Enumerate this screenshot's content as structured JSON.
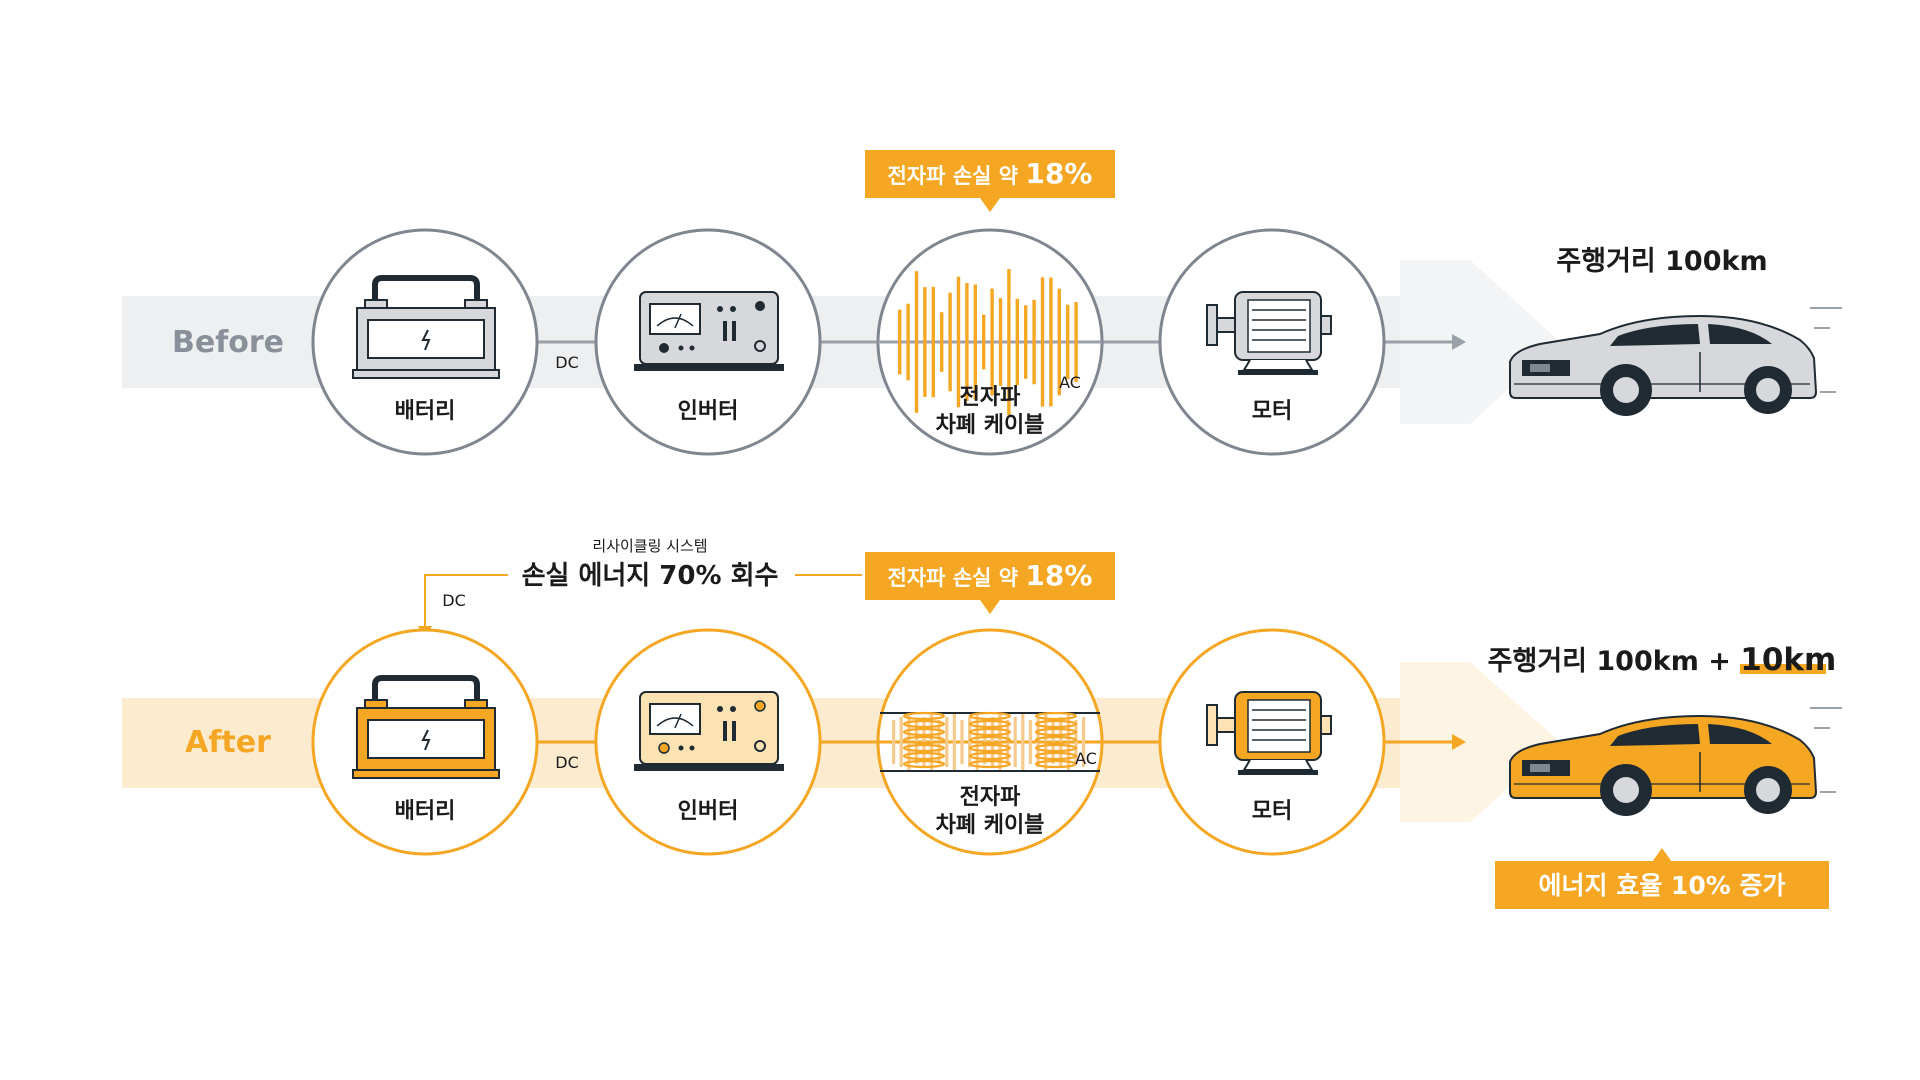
{
  "colors": {
    "accent": "#F5A623",
    "accent_light": "#FDEBD0",
    "gray_ring": "#7F8690",
    "gray_band": "#EDEFF1",
    "gray_text": "#8A9099",
    "dark": "#1F2A33",
    "car_gray": "#D6D8DB",
    "car_orange": "#F5A623"
  },
  "before": {
    "row_label": "Before",
    "loss_badge": {
      "text": "전자파 손실 약 ",
      "value": "18%"
    },
    "range_label": "주행거리 100km",
    "dc_label": "DC",
    "ac_label": "AC",
    "components": [
      {
        "label": "배터리"
      },
      {
        "label": "인버터"
      },
      {
        "label_line1": "전자파",
        "label_line2": "차폐 케이블"
      },
      {
        "label": "모터"
      }
    ]
  },
  "after": {
    "row_label": "After",
    "loss_badge": {
      "text": "전자파 손실 약 ",
      "value": "18%"
    },
    "recycle_small": "리사이클링 시스템",
    "recycle_big": "손실 에너지 70% 회수",
    "recycle_dc": "DC",
    "dc_label": "DC",
    "ac_label": "AC",
    "range_label": "주행거리 100km",
    "range_plus": "+",
    "range_extra": "10km",
    "efficiency_badge": "에너지 효율 10% 증가",
    "components": [
      {
        "label": "배터리"
      },
      {
        "label": "인버터"
      },
      {
        "label_line1": "전자파",
        "label_line2": "차폐 케이블"
      },
      {
        "label": "모터"
      }
    ]
  }
}
